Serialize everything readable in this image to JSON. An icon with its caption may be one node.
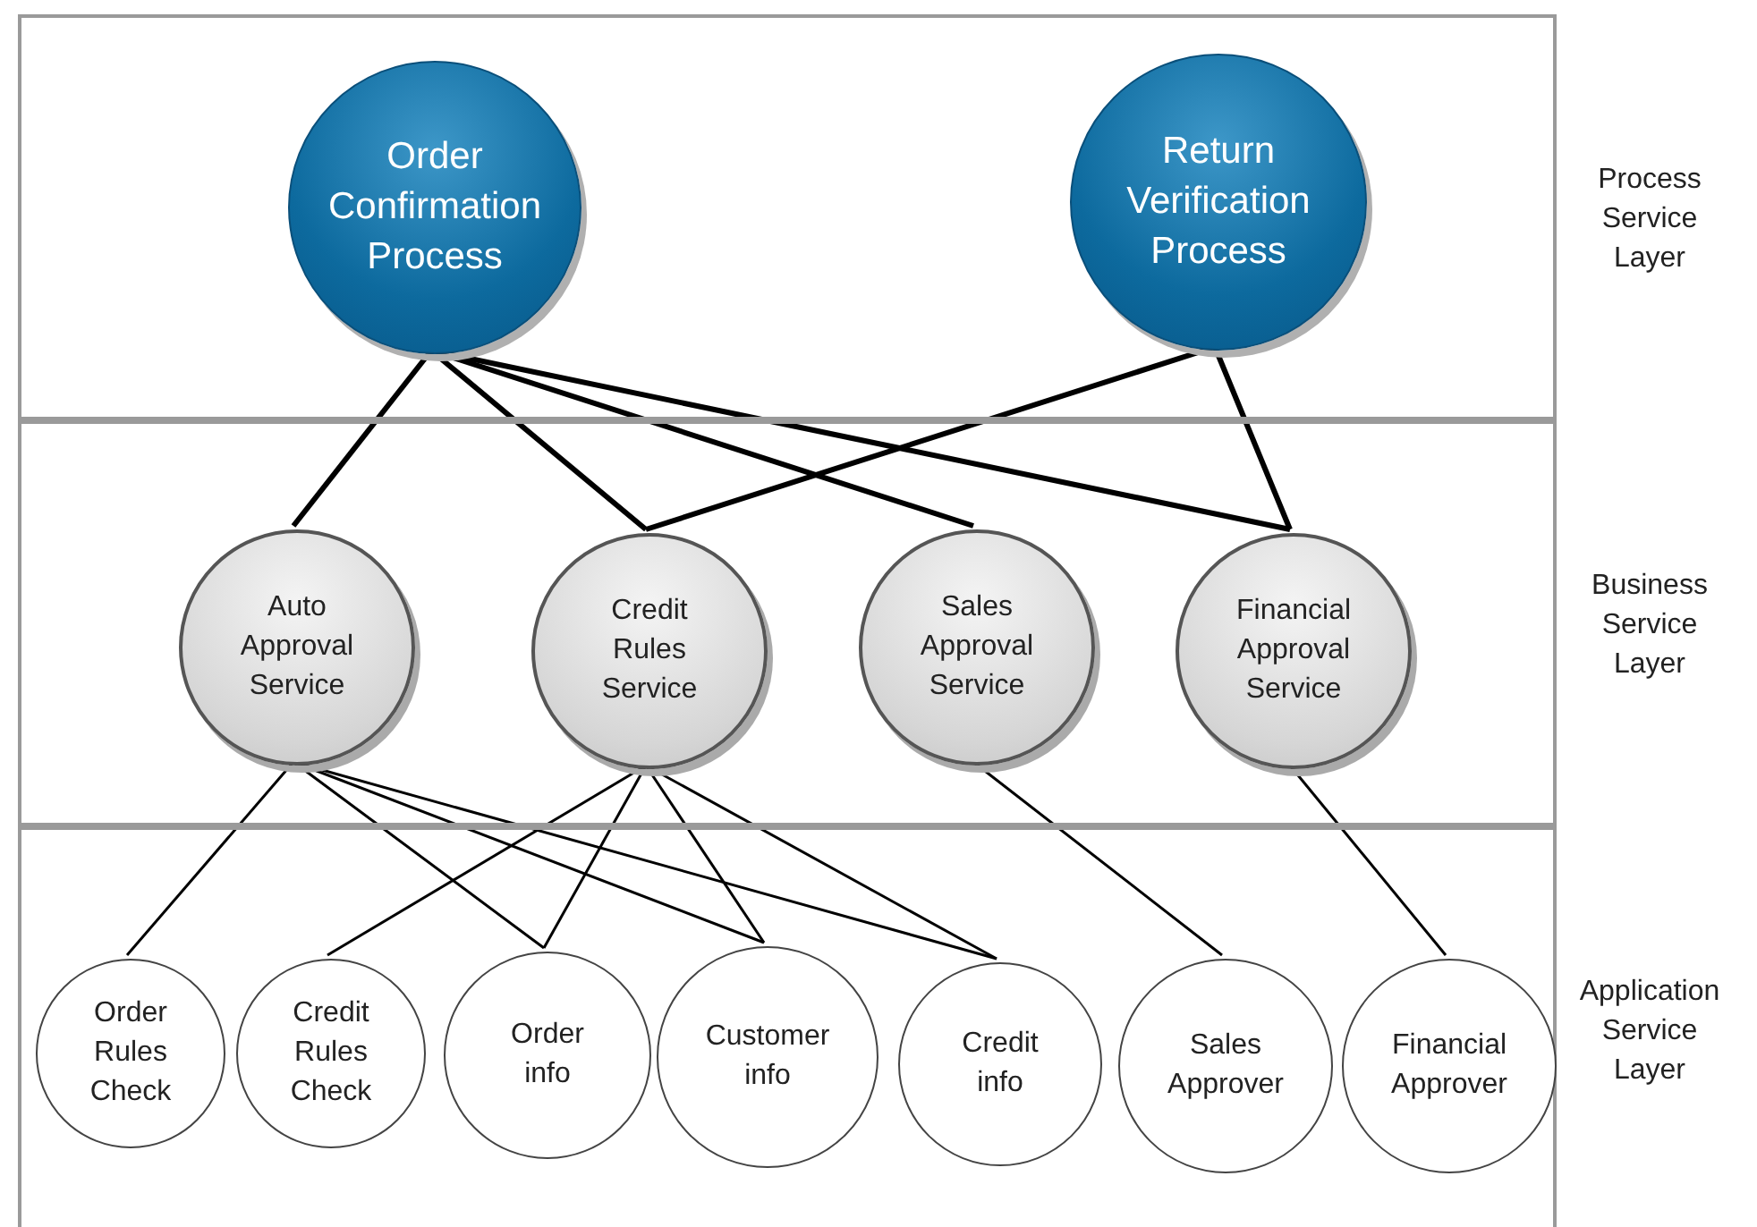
{
  "diagram": {
    "nodes": [
      {
        "text": [
          "Process Service Layer"
        ]
      },
      {
        "text": [
          "Order Confirmation Process"
        ],
        "in": 0
      },
      {
        "text": [
          "Return Verification Process"
        ],
        "in": 0
      },
      {
        "text": [
          "Business Service Layer"
        ]
      },
      {
        "text": [
          "Auto Approval Service"
        ],
        "in": 3
      },
      {
        "text": [
          "Credit Rules Service"
        ],
        "in": 3
      },
      {
        "text": [
          "Sales Approval Service"
        ],
        "in": 3
      },
      {
        "text": [
          "Financial Approval Service"
        ],
        "in": 3
      },
      {
        "text": [
          "Application Service Layer"
        ]
      },
      {
        "text": [
          "Order Rules Check"
        ],
        "in": 8
      },
      {
        "text": [
          "Credit Rules Check"
        ],
        "in": 8
      },
      {
        "text": [
          "Order info"
        ],
        "in": 8
      },
      {
        "text": [
          "Customer info"
        ],
        "in": 8
      },
      {
        "text": [
          "Credit info"
        ],
        "in": 8
      },
      {
        "text": [
          "Sales Approver"
        ],
        "in": 8
      },
      {
        "text": [
          "Financial Approver"
        ],
        "in": 8
      }
    ],
    "edges": [
      {
        "from": 1,
        "to": 4,
        "arrow": "none",
        "style": "thick"
      },
      {
        "from": 1,
        "to": 5,
        "arrow": "none",
        "style": "thick"
      },
      {
        "from": 1,
        "to": 6,
        "arrow": "none",
        "style": "thick"
      },
      {
        "from": 1,
        "to": 7,
        "arrow": "none",
        "style": "thick"
      },
      {
        "from": 2,
        "to": 5,
        "arrow": "none",
        "style": "thick"
      },
      {
        "from": 2,
        "to": 7,
        "arrow": "none",
        "style": "thick"
      },
      {
        "from": 4,
        "to": 9,
        "arrow": "none"
      },
      {
        "from": 4,
        "to": 11,
        "arrow": "none"
      },
      {
        "from": 4,
        "to": 12,
        "arrow": "none"
      },
      {
        "from": 4,
        "to": 13,
        "arrow": "none"
      },
      {
        "from": 5,
        "to": 10,
        "arrow": "none"
      },
      {
        "from": 5,
        "to": 11,
        "arrow": "none"
      },
      {
        "from": 5,
        "to": 12,
        "arrow": "none"
      },
      {
        "from": 5,
        "to": 13,
        "arrow": "none"
      },
      {
        "from": 6,
        "to": 14,
        "arrow": "none"
      },
      {
        "from": 7,
        "to": 15,
        "arrow": "none"
      }
    ]
  }
}
